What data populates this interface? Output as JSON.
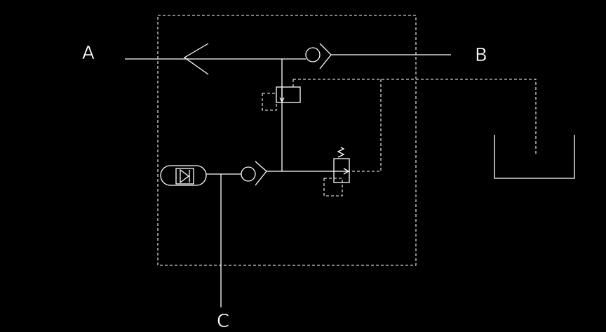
{
  "colors": {
    "background": "#000000",
    "line": "#ffffff"
  },
  "ports": {
    "a": "A",
    "b": "B",
    "c": "C"
  }
}
